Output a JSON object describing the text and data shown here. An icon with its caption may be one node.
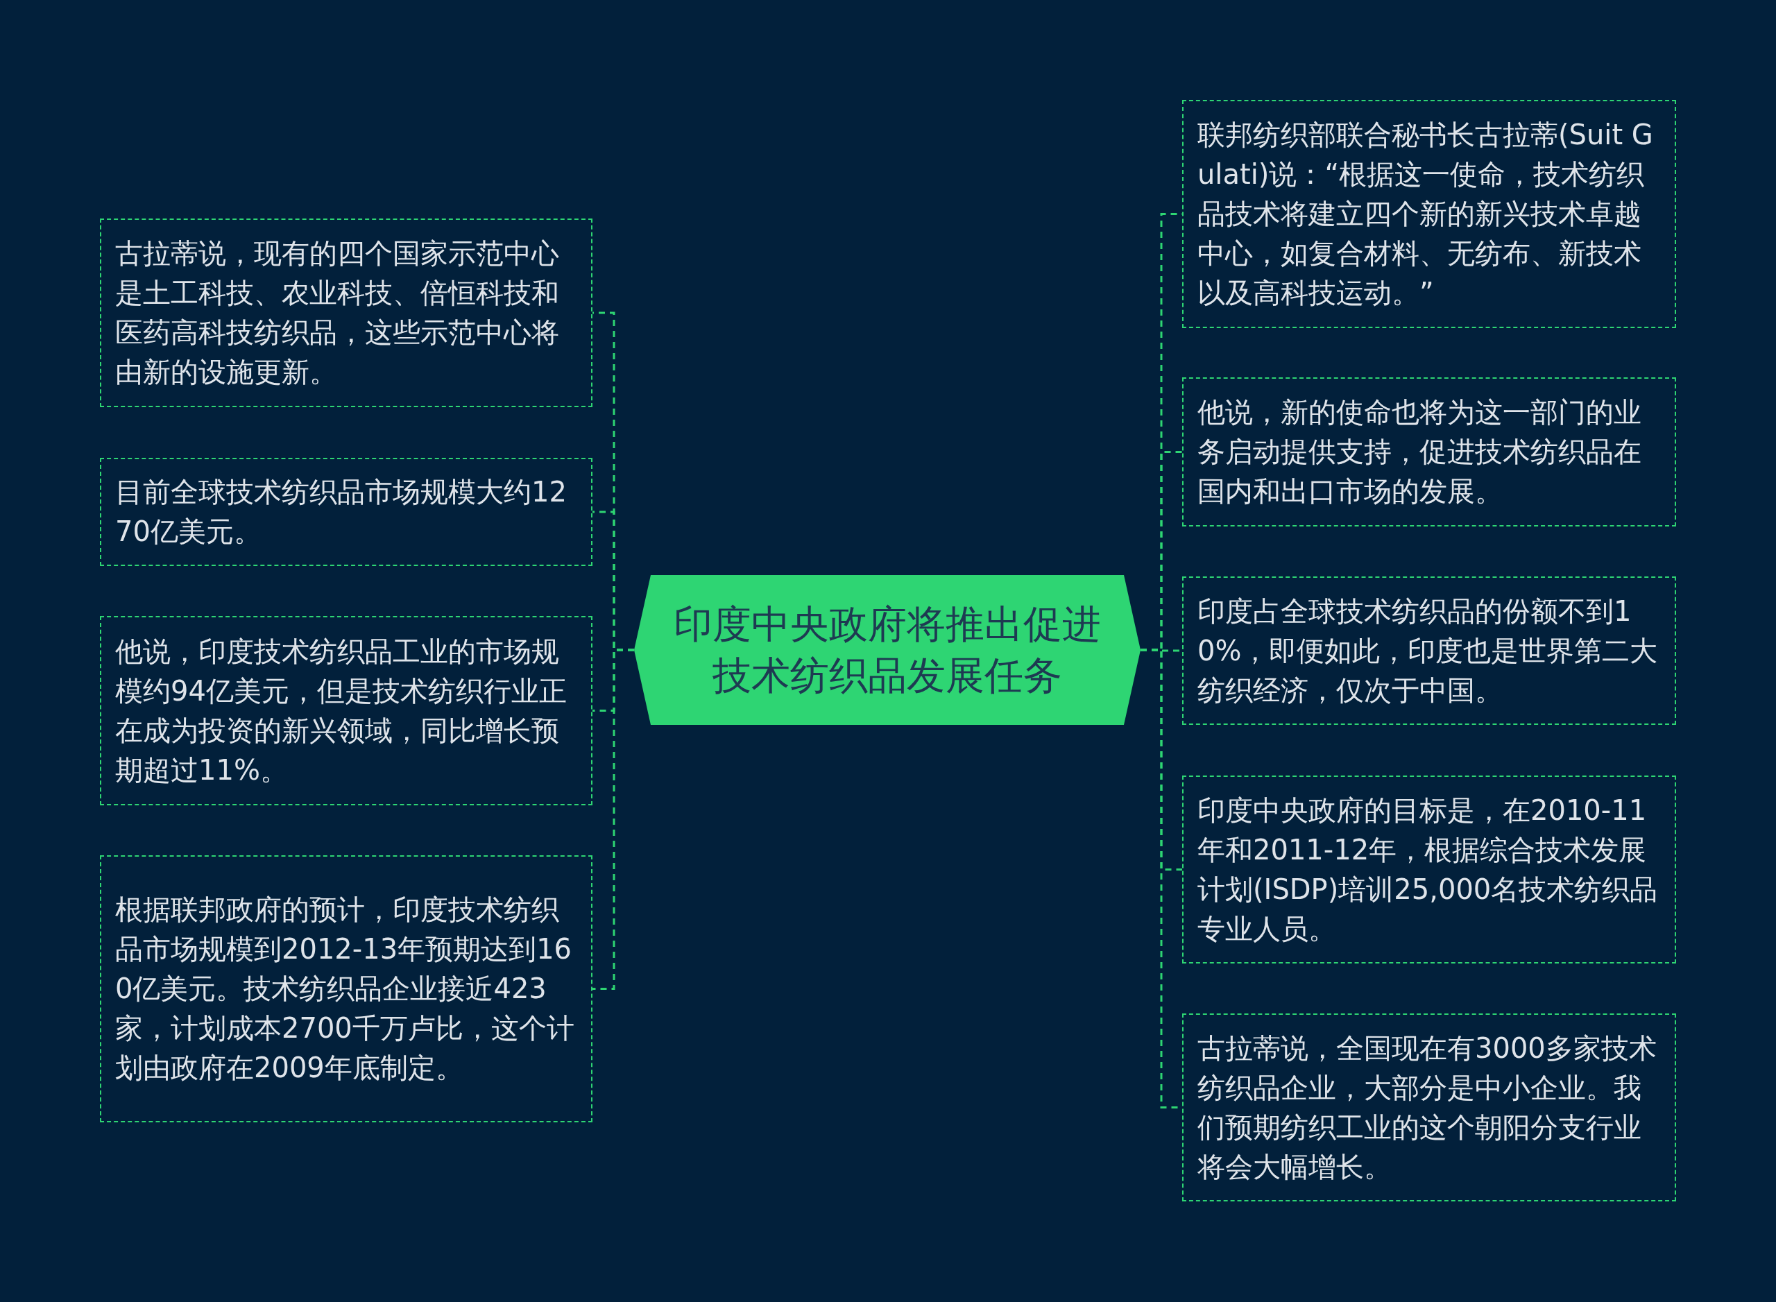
{
  "diagram": {
    "nodes": [
      {
        "text": [
          "印度中央政府将推出促进技术纺织品发展任务"
        ]
      },
      {
        "text": [
          "古拉蒂说，现有的四个国家示范中心是土工科技、农业科技、倍恒科技和医药高科技纺织品，这些示范中心将由新的设施更新。"
        ]
      },
      {
        "text": [
          "目前全球技术纺织品市场规模大约1270亿美元。"
        ]
      },
      {
        "text": [
          "他说，印度技术纺织品工业的市场规模约94亿美元，但是技术纺织行业正在成为投资的新兴领域，同比增长预期超过11%。"
        ]
      },
      {
        "text": [
          "根据联邦政府的预计，印度技术纺织品市场规模到2012-13年预期达到160亿美元。技术纺织品企业接近423家，计划成本2700千万卢比，这个计划由政府在2009年底制定。"
        ]
      },
      {
        "text": [
          "联邦纺织部联合秘书长古拉蒂(Suit Gulati)说：“根据这一使命，技术纺织品技术将建立四个新的新兴技术卓越中心，如复合材料、无纺布、新技术以及高科技运动。”"
        ]
      },
      {
        "text": [
          "他说，新的使命也将为这一部门的业务启动提供支持，促进技术纺织品在国内和出口市场的发展。"
        ]
      },
      {
        "text": [
          "印度占全球技术纺织品的份额不到10%，即便如此，印度也是世界第二大纺织经济，仅次于中国。"
        ]
      },
      {
        "text": [
          "印度中央政府的目标是，在2010-11年和2011-12年，根据综合技术发展计划(ISDP)培训25,000名技术纺织品专业人员。"
        ]
      },
      {
        "text": [
          "古拉蒂说，全国现在有3000多家技术纺织品企业，大部分是中小企业。我们预期纺织工业的这个朝阳分支行业将会大幅增长。"
        ]
      }
    ],
    "edges": [
      {
        "from": 0,
        "to": 1,
        "arrow": "none"
      },
      {
        "from": 0,
        "to": 2,
        "arrow": "none"
      },
      {
        "from": 0,
        "to": 3,
        "arrow": "none"
      },
      {
        "from": 0,
        "to": 4,
        "arrow": "none"
      },
      {
        "from": 0,
        "to": 5,
        "arrow": "none"
      },
      {
        "from": 0,
        "to": 6,
        "arrow": "none"
      },
      {
        "from": 0,
        "to": 7,
        "arrow": "none"
      },
      {
        "from": 0,
        "to": 8,
        "arrow": "none"
      },
      {
        "from": 0,
        "to": 9,
        "arrow": "none"
      }
    ]
  }
}
